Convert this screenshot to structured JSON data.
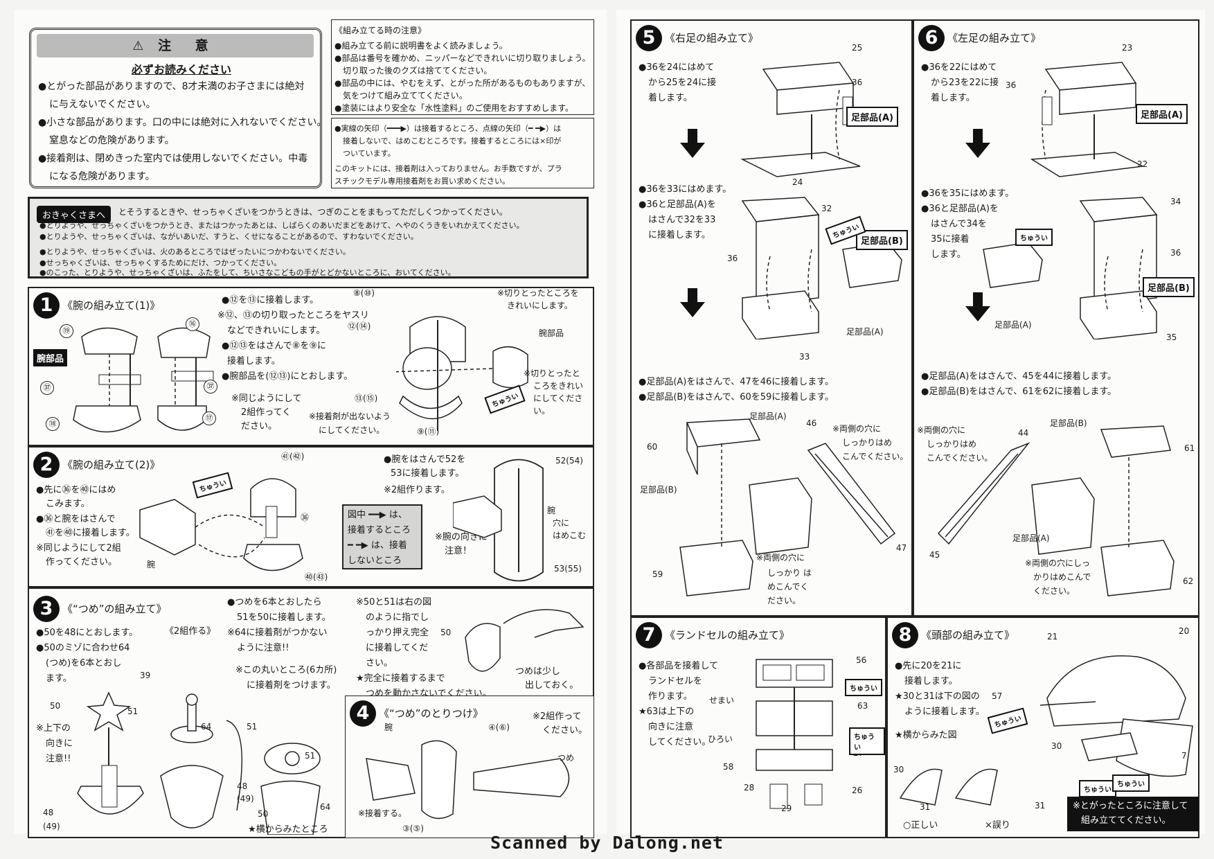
{
  "footer_credit": "Scanned by Dalong.net",
  "caution": {
    "heading": "注 意",
    "subheading": "必ずお読みください",
    "lines": [
      "●とがった部品がありますので、8才未満のお子さまには絶対",
      "に与えないでください。",
      "●小さな部品があります。口の中には絶対に入れないでください。",
      "窒息などの危険があります。",
      "●接着剤は、閉めきった室内では使用しないでください。中毒",
      "になる危険があります。"
    ]
  },
  "assembly_notes": {
    "title": "《組み立てる時の注意》",
    "lines": [
      "●組み立てる前に説明書をよく読みましょう。",
      "●部品は番号を確かめ、ニッパーなどできれいに切り取りましょう。",
      "切り取った後のクズは捨ててください。",
      "●部品の中には、やむをえず、とがった所があるものもありますが、",
      "気をつけて組み立ててください。",
      "●塗装にはより安全な「水性塗料」のご使用をおすすめします。"
    ],
    "arrow_lines": [
      "●実線の矢印（━━━▶）は接着するところ、点線の矢印（━ ━▶）は",
      "接着しないで、はめこむところです。接着するところには×印が",
      "ついています。"
    ],
    "glue_lines": [
      "このキットには、接着剤は入っておりません。お手数ですが、プラ",
      "スチックモデル専用接着剤をお買い求めください。"
    ]
  },
  "customer": {
    "tag": "おきゃくさまへ",
    "intro": "とそうするときや、せっちゃくざいをつかうときは、つぎのことをまもってただしくつかってください。",
    "lines": [
      "●とりようや、せっちゃくざいをつかうとき、またはつかったあとは、しばらくのあいだまどをあけて、へやのくうきをいれかえてください。",
      "●とりようや、せっちゃくざいは、ながいあいだ、すうと、くせになることがあるので、すわないでください。",
      "●とりようや、せっちゃくざいは、火のあるところではぜったいにつかわないでください。",
      "●せっちゃくざいは、せっちゃくするためにだけ、つかってください。",
      "●のこった、とりようや、せっちゃくざいは、ふたをして、ちいさなこどもの手がとどかないところに、おいてください。"
    ]
  },
  "step1": {
    "number": "1",
    "title": "《腕の組み立て(1)》",
    "part_tag": "腕部品",
    "lines": [
      "●⑫を⑬に接着します。",
      "※⑫、⑬の切り取ったところをヤスリ",
      "などできれいにします。",
      "●⑫⑬をはさんで⑧を⑨に",
      "接着します。",
      "●腕部品を(⑫⑬)にとおします。"
    ],
    "same": [
      "※同じようにして",
      "2組作ってく",
      "ださい。"
    ],
    "glue_note": [
      "※接着剤が出ないよう",
      "にしてください。"
    ],
    "cut_note1": [
      "※切りとったところを",
      "きれいにします。"
    ],
    "cut_note2": [
      "※切りとったと",
      "ころをきれい",
      "にしてくださ",
      "い。"
    ],
    "arm_label": "腕部品",
    "caution_tag": "ちゅうい",
    "parts": [
      "⑲",
      "⑯",
      "㊲",
      "㊲",
      "⑱",
      "⑰",
      "⑧(⑩)",
      "⑫(⑭)",
      "⑬(⑮)",
      "⑨(⑪)"
    ]
  },
  "step2": {
    "number": "2",
    "title": "《腕の組み立て(2)》",
    "lines": [
      "●先に㊱を㊵にはめ",
      "こみます。",
      "●㊱と腕をはさんで",
      "㊶を㊵に接着します。",
      "※同じようにして2組",
      "作ってください。"
    ],
    "lines_right": [
      "●腕をはさんで52を",
      "53に接着します。",
      "※2組作ります。"
    ],
    "legend": [
      "図中 ━━▶ は、",
      "接着するところ",
      "━ ━▶ は、接着",
      "しないところ"
    ],
    "orientation": [
      "※腕の向きに",
      "注意！"
    ],
    "hole": [
      "腕",
      "穴に",
      "はめこむ"
    ],
    "arm": "腕",
    "caution_tag": "ちゅうい",
    "parts": [
      "㊶(㊷)",
      "㊱",
      "㊵(㊸)",
      "52(54)",
      "53(55)"
    ]
  },
  "step3": {
    "number": "3",
    "title": "《“つめ”の組み立て》",
    "lines": [
      "●50を48にとおします。",
      "●50のミゾに合わせ64",
      "(つめ)を6本とおし",
      "ます。"
    ],
    "two_sets": "《2組作る》",
    "lines_mid": [
      "●つめを6本とおしたら",
      "51を50に接着します。",
      "※64に接着剤がつかない",
      "ように注意!!"
    ],
    "circle_note": [
      "※この丸いところ(6カ所)",
      "に接着剤をつけます。"
    ],
    "updown": [
      "※上下の",
      "向きに",
      "注意!!"
    ],
    "side_view": "★横からみたところ",
    "right_lines": [
      "※50と51は右の図",
      "のように指でし",
      "っかり押え完全",
      "に接着してくだ",
      "さい。",
      "★完全に接着するまで",
      "つめを動かさないでください。"
    ],
    "claw_note": [
      "つめは少し",
      "出しておく。"
    ],
    "parts": [
      "50",
      "51",
      "39",
      "64",
      "48",
      "(49)",
      "51",
      "48",
      "(49)",
      "50",
      "64",
      "51",
      "50"
    ]
  },
  "step4": {
    "number": "4",
    "title": "《“つめ”のとりつけ》",
    "two": [
      "※2組作って",
      "ください。"
    ],
    "arm": "腕",
    "claw": "つめ",
    "glue": "※接着する。",
    "parts": [
      "④(⑥)",
      "③(⑤)"
    ]
  },
  "step5": {
    "number": "5",
    "title": "《右足の組み立て》",
    "lines1": [
      "●36を24にはめて",
      "から25を24に接",
      "着します。"
    ],
    "tag_a": "足部品(A)",
    "tag_b": "足部品(B)",
    "lines2": [
      "●36を33にはめます。",
      "●36と足部品(A)を",
      "はさんで32を33",
      "に接着します。"
    ],
    "label_a": "足部品(A)",
    "lines3": [
      "●足部品(A)をはさんで、47を46に接着します。",
      "●足部品(B)をはさんで、60を59に接着します。"
    ],
    "hole_note1": [
      "※両側の穴に",
      "しっかりはめ",
      "こんでください。"
    ],
    "hole_note2": [
      "※両側の穴に",
      "しっかり は",
      "めこんでく",
      "ださい。"
    ],
    "label_a2": "足部品(A)",
    "label_b2": "足部品(B)",
    "caution_tag": "ちゅうい",
    "parts": [
      "25",
      "36",
      "24",
      "32",
      "36",
      "33",
      "60",
      "46",
      "59",
      "47"
    ]
  },
  "step6": {
    "number": "6",
    "title": "《左足の組み立て》",
    "lines1": [
      "●36を22にはめて",
      "から23を22に接",
      "着します。"
    ],
    "tag_a": "足部品(A)",
    "tag_b": "足部品(B)",
    "lines2": [
      "●36を35にはめます。",
      "●36と足部品(A)を",
      "はさんで34を",
      "35に接着",
      "します。"
    ],
    "label_a": "足部品(A)",
    "lines3": [
      "●足部品(A)をはさんで、45を44に接着します。",
      "●足部品(B)をはさんで、61を62に接着します。"
    ],
    "hole_note1": [
      "※両側の穴に",
      "しっかりはめ",
      "こんでください。"
    ],
    "hole_note2": [
      "※両側の穴にしっ",
      "かりはめこんで",
      "ください。"
    ],
    "label_b2": "足部品(B)",
    "label_a2": "足部品(A)",
    "caution_tag": "ちゅうい",
    "parts": [
      "23",
      "36",
      "22",
      "34",
      "36",
      "35",
      "44",
      "61",
      "45",
      "62"
    ]
  },
  "step7": {
    "number": "7",
    "title": "《ランドセルの組み立て》",
    "lines": [
      "●各部品を接着して",
      "ランドセルを",
      "作ります。",
      "★63は上下の",
      "向きに注意",
      "してください。"
    ],
    "narrow": "せまい",
    "wide": "ひろい",
    "caution_tag": "ちゅうい",
    "parts": [
      "56",
      "63",
      "27",
      "58",
      "28",
      "26",
      "29"
    ]
  },
  "step8": {
    "number": "8",
    "title": "《頭部の組み立て》",
    "lines": [
      "●先に20を21に",
      "接着します。",
      "★30と31は下の図の",
      "ように接着します。",
      "★横からみた図"
    ],
    "correct": "○正しい",
    "wrong": "×誤り",
    "notice": [
      "※とがったところに注意して",
      "組み立ててください。"
    ],
    "caution_tag": "ちゅうい",
    "parts": [
      "21",
      "20",
      "57",
      "30",
      "7",
      "30",
      "31",
      "31"
    ]
  }
}
